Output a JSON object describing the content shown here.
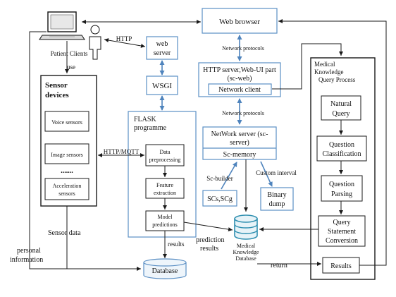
{
  "labels": {
    "web_browser": "Web browser",
    "network_protocols_1": "Network protocols",
    "http_server_1": "HTTP server,Web-UI part",
    "http_server_2": "(sc-web)",
    "network_client": "Network client",
    "network_protocols_2": "Network protocols",
    "network_server_1": "NetWork server (sc-",
    "network_server_2": "server)",
    "sc_memory": "Sc-memory",
    "sc_builder": "Sc-builder",
    "custom_interval": "Custom interval",
    "scs_scg": "SCs,SCg",
    "binary_1": "Binary",
    "binary_2": "dump",
    "web_server_1": "web",
    "web_server_2": "server",
    "wsgi": "WSGI",
    "flask_1": "FLASK",
    "flask_2": "programme",
    "data_pre_1": "Data",
    "data_pre_2": "preprocessing",
    "feature_1": "Feature",
    "feature_2": "extraction",
    "model_1": "Model",
    "model_2": "predictions",
    "results_small": "results",
    "database": "Database",
    "http_label": "HTTP",
    "patient_clients": "Patient Clients",
    "use": "use",
    "sensor_devices_1": "Sensor",
    "sensor_devices_2": "devices",
    "voice_sensors": "Voice sensors",
    "image_sensors": "Image sensors",
    "dots": ".......",
    "accel_1": "Acceleration",
    "accel_2": "sensors",
    "http_mqtt": "HTTP/MQTT",
    "sensor_data": "Sensor data",
    "personal_1": "personal",
    "personal_2": "information",
    "prediction_1": "prediction",
    "prediction_2": "results",
    "med_db_1": "Medical",
    "med_db_2": "Knowledge",
    "med_db_3": "Database",
    "return": "return",
    "mkqp_1": "Medical",
    "mkqp_2": "Knowledge",
    "mkqp_3": "Query Process",
    "natural_1": "Natural",
    "natural_2": "Query",
    "qc_1": "Question",
    "qc_2": "Classification",
    "qp_1": "Question",
    "qp_2": "Parsing",
    "qsc_1": "Query",
    "qsc_2": "Statement",
    "qsc_3": "Conversion",
    "results": "Results"
  },
  "colors": {
    "accent_blue": "#5b8fc4",
    "db_teal": "#2f8fb0",
    "line": "#1a1a1a"
  }
}
